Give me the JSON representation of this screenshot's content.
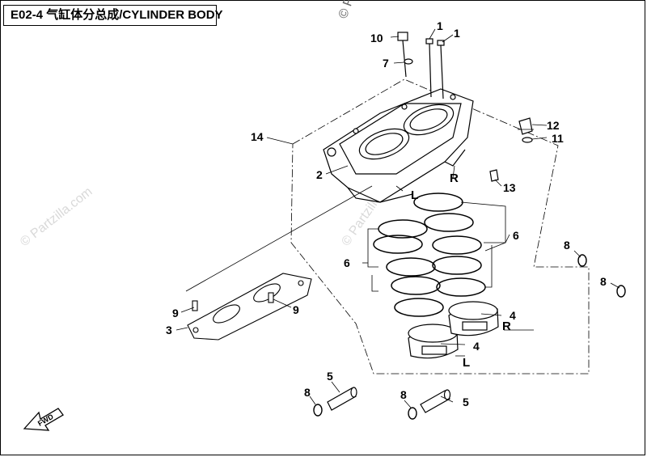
{
  "diagram": {
    "title": "E02-4 气缸体分总成/CYLINDER BODY",
    "watermark": "© Partzilla.com",
    "watermark_corner": "© Pa",
    "callouts": [
      "1",
      "1",
      "10",
      "7",
      "12",
      "11",
      "14",
      "2",
      "13",
      "6",
      "6",
      "8",
      "8",
      "9",
      "9",
      "3",
      "4",
      "4",
      "5",
      "5",
      "8",
      "8"
    ],
    "side_labels": [
      "R",
      "L",
      "R",
      "L"
    ],
    "fwd_label": "FWD"
  }
}
